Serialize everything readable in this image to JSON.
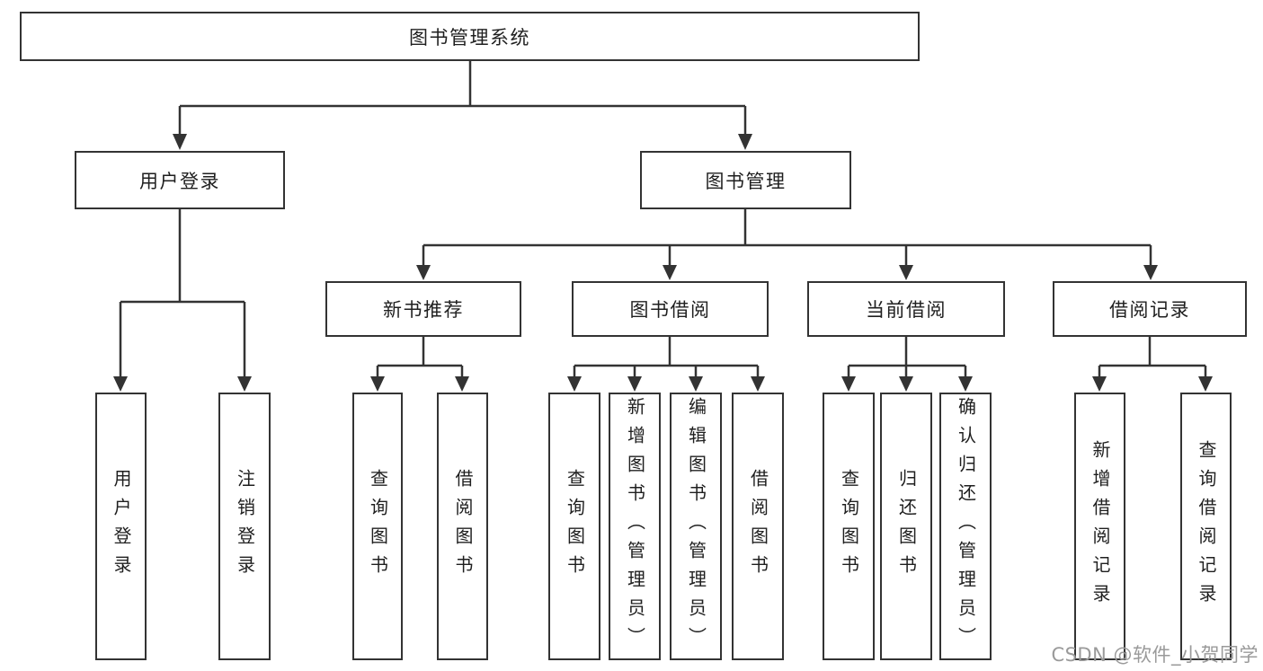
{
  "diagram": {
    "type": "tree",
    "root": {
      "label": "图书管理系统",
      "children": [
        {
          "label": "用户登录",
          "children": [
            {
              "label": "用户登录"
            },
            {
              "label": "注销登录"
            }
          ]
        },
        {
          "label": "图书管理",
          "children": [
            {
              "label": "新书推荐",
              "children": [
                {
                  "label": "查询图书"
                },
                {
                  "label": "借阅图书"
                }
              ]
            },
            {
              "label": "图书借阅",
              "children": [
                {
                  "label": "查询图书"
                },
                {
                  "label": "新增图书（管理员）"
                },
                {
                  "label": "编辑图书（管理员）"
                },
                {
                  "label": "借阅图书"
                }
              ]
            },
            {
              "label": "当前借阅",
              "children": [
                {
                  "label": "查询图书"
                },
                {
                  "label": "归还图书"
                },
                {
                  "label": "确认归还（管理员）"
                }
              ]
            },
            {
              "label": "借阅记录",
              "children": [
                {
                  "label": "新增借阅记录"
                },
                {
                  "label": "查询借阅记录"
                }
              ]
            }
          ]
        }
      ]
    }
  },
  "watermark": "CSDN @软件_小贺同学",
  "colors": {
    "background": "#ffffff",
    "box_border": "#333333",
    "connector_line": "#333333",
    "text": "#1f1f1f",
    "watermark_text": "#9a9a9a"
  }
}
